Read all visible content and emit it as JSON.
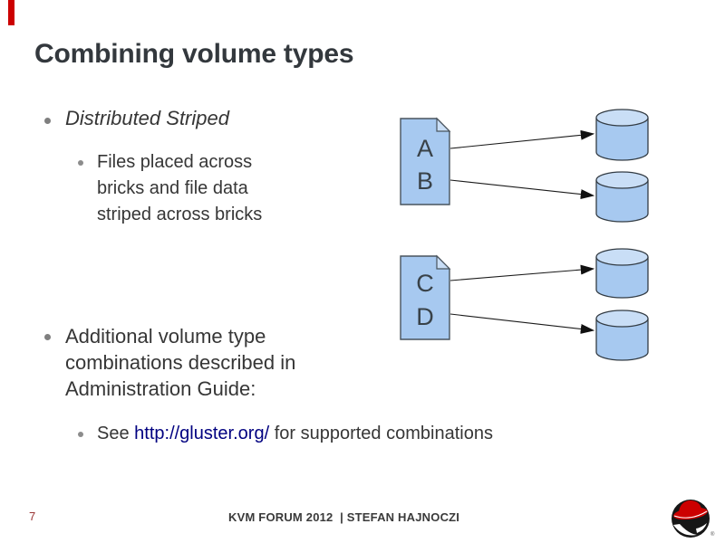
{
  "slide": {
    "title": "Combining volume types"
  },
  "content": {
    "bullet1": "Distributed Striped",
    "bullet1_sub": "Files placed across bricks and file data striped across bricks",
    "bullet2": "Additional volume type combinations described in Administration Guide:",
    "bullet3_prefix": "See ",
    "bullet3_link": "http://gluster.org/",
    "bullet3_suffix": " for supported combinations"
  },
  "diagram": {
    "doc1": {
      "letter1": "A",
      "letter2": "B"
    },
    "doc2": {
      "letter1": "C",
      "letter2": "D"
    }
  },
  "footer": {
    "page_number": "7",
    "text": "KVM FORUM 2012  | STEFAN HAJNOCZI"
  },
  "colors": {
    "accent_red": "#cc0000",
    "body_text": "#363636",
    "link": "#000080",
    "bullet_dot": "#7f7f7f",
    "shape_fill": "#a7c9f0",
    "shape_top_fill": "#c9def6",
    "shape_stroke": "#49545d"
  }
}
